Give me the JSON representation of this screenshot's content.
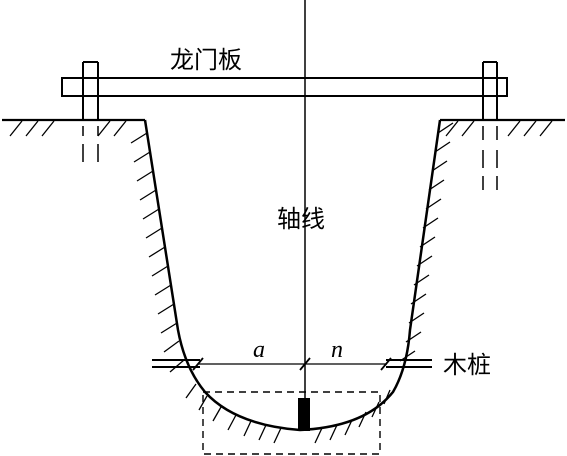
{
  "labels": {
    "batter_board": "龙门板",
    "axis": "轴线",
    "wood_stake": "木桩",
    "dim_a": "a",
    "dim_n": "n"
  },
  "colors": {
    "line": "#000000",
    "background": "#ffffff"
  }
}
